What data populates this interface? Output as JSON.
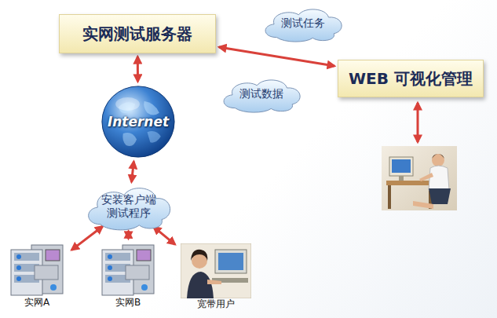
{
  "diagram": {
    "nodes": [
      {
        "text": [
          "实网测试服务器"
        ]
      },
      {
        "text": [
          "测试任务"
        ]
      },
      {
        "text": [
          "WEB 可视化管理"
        ]
      },
      {
        "text": [
          "测试数据"
        ]
      },
      {
        "text": [
          "Internet"
        ]
      },
      {
        "text": [
          "安装客户端 测试程序"
        ]
      },
      {
        "text": [
          "实网A"
        ]
      },
      {
        "text": [
          "实网B"
        ]
      },
      {
        "text": [
          "宽带用户"
        ]
      }
    ],
    "edges": [
      {
        "from": 0,
        "to": 2,
        "arrow": "both"
      },
      {
        "from": 0,
        "to": 4,
        "arrow": "both"
      },
      {
        "from": 4,
        "to": 5,
        "arrow": "both"
      },
      {
        "from": 5,
        "to": 6,
        "arrow": "both"
      },
      {
        "from": 5,
        "to": 7,
        "arrow": "both"
      },
      {
        "from": 5,
        "to": 8,
        "arrow": "both"
      }
    ]
  }
}
